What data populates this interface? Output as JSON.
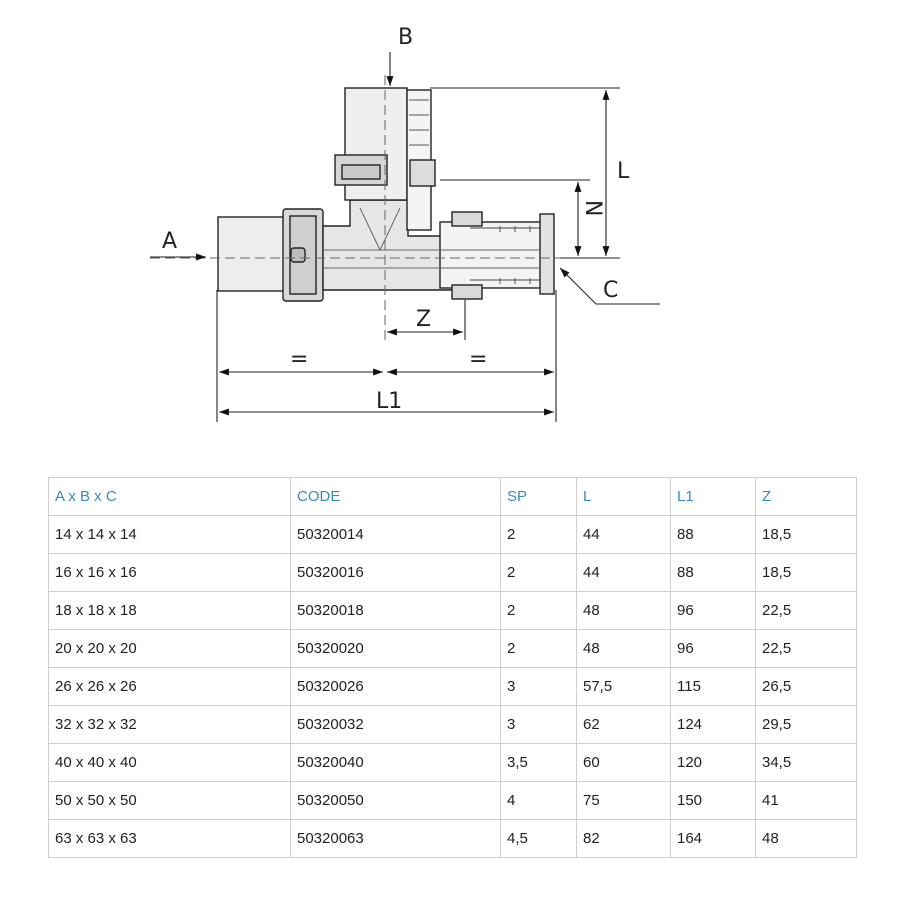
{
  "drawing": {
    "labels": {
      "a": "A",
      "b": "B",
      "c": "C",
      "l": "L",
      "n": "N",
      "z": "Z",
      "l1": "L1",
      "eq_left": "=",
      "eq_right": "="
    }
  },
  "table": {
    "headers": [
      "A x B x C",
      "CODE",
      "SP",
      "L",
      "L1",
      "Z"
    ],
    "rows": [
      [
        "14 x 14 x 14",
        "50320014",
        "2",
        "44",
        "88",
        "18,5"
      ],
      [
        "16 x 16 x 16",
        "50320016",
        "2",
        "44",
        "88",
        "18,5"
      ],
      [
        "18 x 18 x 18",
        "50320018",
        "2",
        "48",
        "96",
        "22,5"
      ],
      [
        "20 x 20 x 20",
        "50320020",
        "2",
        "48",
        "96",
        "22,5"
      ],
      [
        "26 x 26 x 26",
        "50320026",
        "3",
        "57,5",
        "115",
        "26,5"
      ],
      [
        "32 x 32 x 32",
        "50320032",
        "3",
        "62",
        "124",
        "29,5"
      ],
      [
        "40 x 40 x 40",
        "50320040",
        "3,5",
        "60",
        "120",
        "34,5"
      ],
      [
        "50 x 50 x 50",
        "50320050",
        "4",
        "75",
        "150",
        "41"
      ],
      [
        "63 x 63 x 63",
        "50320063",
        "4,5",
        "82",
        "164",
        "48"
      ]
    ]
  },
  "colors": {
    "header_text": "#3a8ab8",
    "border": "#cfcfcf"
  }
}
